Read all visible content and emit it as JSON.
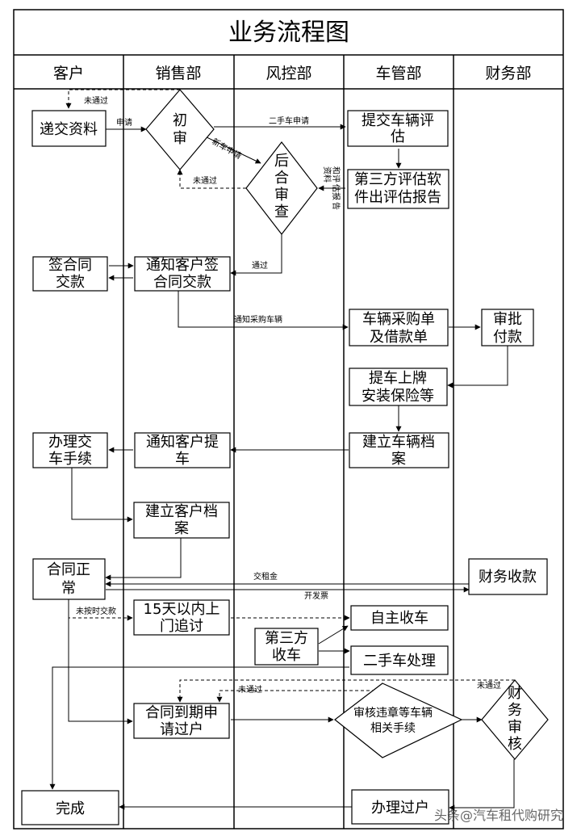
{
  "title": "业务流程图",
  "lanes": [
    "客户",
    "销售部",
    "风控部",
    "车管部",
    "财务部"
  ],
  "nodes": {
    "submit_docs": [
      "递交资料"
    ],
    "initial_review": [
      "初",
      "审"
    ],
    "post_review": [
      "后",
      "合",
      "审",
      "查"
    ],
    "submit_eval": [
      "提交车辆评",
      "估"
    ],
    "third_party_report": [
      "第三方评估软",
      "件出评估报告"
    ],
    "sign_contract": [
      "签合同",
      "交款"
    ],
    "notify_sign": [
      "通知客户签",
      "合同交款"
    ],
    "purchase_order": [
      "车辆采购单",
      "及借款单"
    ],
    "approve_pay": [
      "审批",
      "付款"
    ],
    "pickup_plate": [
      "提车上牌",
      "安装保险等"
    ],
    "vehicle_file": [
      "建立车辆档",
      "案"
    ],
    "handle_delivery": [
      "办理交",
      "车手续"
    ],
    "notify_pickup": [
      "通知客户提",
      "车"
    ],
    "customer_file": [
      "建立客户档",
      "案"
    ],
    "contract_normal": [
      "合同正",
      "常"
    ],
    "finance_collect": [
      "财务收款"
    ],
    "door_collection": [
      "15天以内上",
      "门追讨"
    ],
    "self_repossess": [
      "自主收车"
    ],
    "third_party_repossess": [
      "第三方",
      "收车"
    ],
    "used_car": [
      "二手车处理"
    ],
    "contract_expiry": [
      "合同到期申",
      "请过户"
    ],
    "review_violations": [
      "审核违章等车辆",
      "相关手续"
    ],
    "finance_review": [
      "财",
      "务",
      "审",
      "核"
    ],
    "transfer": [
      "办理过户"
    ],
    "complete": [
      "完成"
    ]
  },
  "labels": {
    "not_passed": "未通过",
    "apply": "申请",
    "used_car_apply": "二手车申请",
    "new_car_apply": "新车申请",
    "docs_and_report": [
      "资料",
      "和评",
      "估报",
      "告"
    ],
    "passed": "通过",
    "notify_purchase": "通知采购车辆",
    "pay_rent": "交租金",
    "invoice": "开发票",
    "late_payment": "未按时交款"
  },
  "watermark": "头条@汽车租代购研究"
}
